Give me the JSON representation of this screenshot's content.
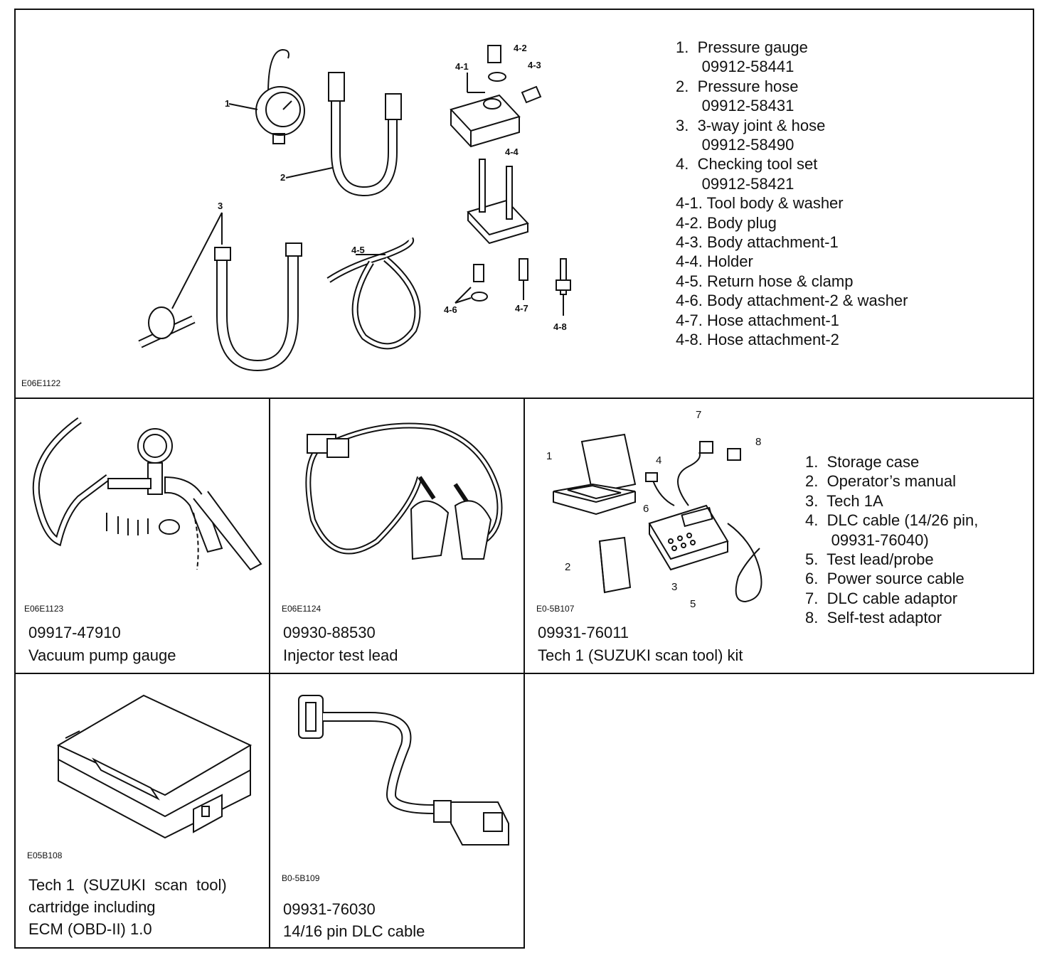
{
  "top_panel": {
    "code": "E06E1122",
    "callouts": [
      "1",
      "2",
      "3",
      "4-1",
      "4-2",
      "4-3",
      "4-4",
      "4-5",
      "4-6",
      "4-7",
      "4-8"
    ],
    "legend": [
      "1.  Pressure gauge",
      "      09912-58441",
      "2.  Pressure hose",
      "      09912-58431",
      "3.  3-way joint & hose",
      "      09912-58490",
      "4.  Checking tool set",
      "      09912-58421",
      "4-1. Tool body & washer",
      "4-2. Body plug",
      "4-3. Body attachment-1",
      "4-4. Holder",
      "4-5. Return hose & clamp",
      "4-6. Body attachment-2 & washer",
      "4-7. Hose attachment-1",
      "4-8. Hose attachment-2"
    ]
  },
  "vacuum_panel": {
    "code": "E06E1123",
    "part_no": "09917-47910",
    "name": "Vacuum pump gauge"
  },
  "injector_panel": {
    "code": "E06E1124",
    "part_no": "09930-88530",
    "name": "Injector test lead"
  },
  "tech1_panel": {
    "code": "E0-5B107",
    "part_no": "09931-76011",
    "name": "Tech 1 (SUZUKI scan tool) kit",
    "callouts": [
      "1",
      "2",
      "3",
      "4",
      "5",
      "6",
      "7",
      "8"
    ],
    "legend": [
      "1.  Storage case",
      "2.  Operator’s manual",
      "3.  Tech 1A",
      "4.  DLC cable (14/26 pin,",
      "      09931-76040)",
      "5.  Test lead/probe",
      "6.  Power source cable",
      "7.  DLC cable adaptor",
      "8.  Self-test adaptor"
    ]
  },
  "cartridge_panel": {
    "code": "E05B108",
    "lines": [
      "Tech 1  (SUZUKI  scan  tool)",
      "cartridge including",
      "ECM (OBD-II) 1.0"
    ]
  },
  "dlc_panel": {
    "code": "B0-5B109",
    "part_no": "09931-76030",
    "name": "14/16 pin DLC cable"
  }
}
